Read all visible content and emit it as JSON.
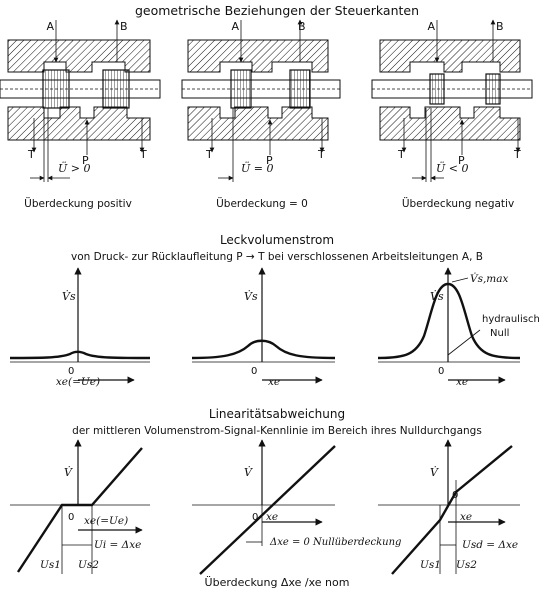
{
  "title": "geometrische Beziehungen der Steuerkanten",
  "valves": [
    {
      "port_a": "A",
      "port_b": "B",
      "port_t1": "T",
      "port_p": "P",
      "port_t2": "T",
      "overlap": "Ü > 0",
      "caption": "Überdeckung positiv"
    },
    {
      "port_a": "A",
      "port_b": "B",
      "port_t1": "T",
      "port_p": "P",
      "port_t2": "T",
      "overlap": "Ü = 0",
      "caption": "Überdeckung = 0"
    },
    {
      "port_a": "A",
      "port_b": "B",
      "port_t1": "T",
      "port_p": "P",
      "port_t2": "T",
      "overlap": "Ü < 0",
      "caption": "Überdeckung negativ"
    }
  ],
  "leak": {
    "title": "Leckvolumenstrom",
    "subtitle": "von Druck- zur Rücklaufleitung P → T bei verschlossenen Arbeitsleitungen A, B",
    "panels": [
      {
        "ylabel": "V̇s",
        "zero": "0",
        "xlabel": "xe(=Ue)"
      },
      {
        "ylabel": "V̇s",
        "zero": "0",
        "xlabel": "xe"
      },
      {
        "ylabel": "V̇s",
        "zero": "0",
        "xlabel": "xe",
        "peak_label": "V̇s,max",
        "null_label_1": "hydraulisch",
        "null_label_2": "Null"
      }
    ]
  },
  "lin": {
    "title": "Linearitätsabweichung",
    "subtitle": "der mittleren Volumenstrom-Signal-Kennlinie im Bereich ihres Nulldurchgangs",
    "panels": [
      {
        "ylabel": "V̇",
        "zero": "0",
        "xlabel": "xe(=Ue)",
        "u_label": "Ui = Δxe",
        "us1": "Us1",
        "us2": "Us2"
      },
      {
        "ylabel": "V̇",
        "zero": "0",
        "xlabel": "xe",
        "u_label": "Δxe = 0 Nullüberdeckung"
      },
      {
        "ylabel": "V̇",
        "zero": "0",
        "xlabel": "xe",
        "u_label": "Usd = Δxe",
        "us1": "Us1",
        "us2": "Us2"
      }
    ],
    "footer": "Überdeckung Δxe /xe nom"
  }
}
